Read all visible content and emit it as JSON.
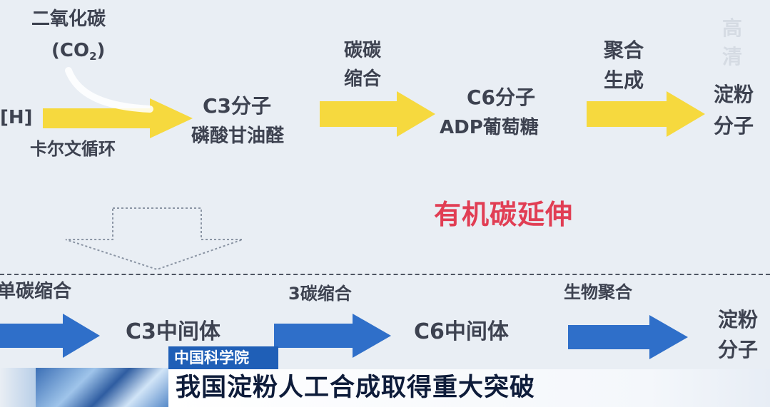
{
  "top_row": {
    "co2_label": "二氧化碳",
    "co2_formula_main": "(CO",
    "co2_formula_sub": "2",
    "co2_formula_close": ")",
    "h_label": "[H]",
    "calvin_label": "卡尔文循环",
    "c3_line1": "C3分子",
    "c3_line2": "磷酸甘油醛",
    "cc_condense_line1": "碳碳",
    "cc_condense_line2": "缩合",
    "c6_line1": "C6分子",
    "c6_line2": "ADP葡萄糖",
    "polymerize_line1": "聚合",
    "polymerize_line2": "生成",
    "starch_line1": "淀粉",
    "starch_line2": "分子",
    "watermark": "高清"
  },
  "middle": {
    "highlight": "有机碳延伸"
  },
  "bottom_row": {
    "single_carbon": "单碳缩合",
    "c3_intermediate": "C3中间体",
    "three_carbon": "3碳缩合",
    "c6_intermediate": "C6中间体",
    "bio_polymerize": "生物聚合",
    "starch_line1": "淀粉",
    "starch_line2": "分子"
  },
  "news": {
    "source_tag": "中国科学院",
    "headline": "我国淀粉人工合成取得重大突破"
  },
  "colors": {
    "top_arrow": "#f6d93e",
    "bottom_arrow": "#2f6fc9",
    "highlight": "#e13e54",
    "news_tag_bg": "#1f5fb7"
  }
}
